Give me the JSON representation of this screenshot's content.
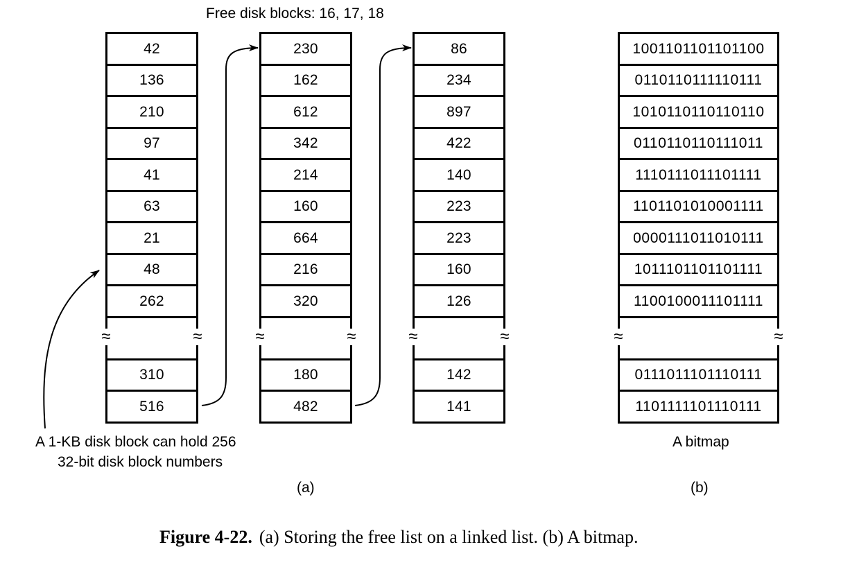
{
  "title": "Free disk blocks: 16, 17, 18",
  "lists": [
    {
      "top": [
        "42",
        "136",
        "210",
        "97",
        "41",
        "63",
        "21",
        "48",
        "262"
      ],
      "bottom": [
        "310",
        "516"
      ]
    },
    {
      "top": [
        "230",
        "162",
        "612",
        "342",
        "214",
        "160",
        "664",
        "216",
        "320"
      ],
      "bottom": [
        "180",
        "482"
      ]
    },
    {
      "top": [
        "86",
        "234",
        "897",
        "422",
        "140",
        "223",
        "223",
        "160",
        "126"
      ],
      "bottom": [
        "142",
        "141"
      ]
    }
  ],
  "bitmap": {
    "top": [
      "1001101101101100",
      "0110110111110111",
      "1010110110110110",
      "0110110110111011",
      "1110111011101111",
      "1101101010001111",
      "0000111011010111",
      "1011101101101111",
      "1100100011101111"
    ],
    "bottom": [
      "0111011101110111",
      "1101111101110111"
    ]
  },
  "annotation": {
    "line1": "A 1-KB disk block can hold 256",
    "line2": "32-bit disk block numbers"
  },
  "bitmap_label": "A bitmap",
  "sub_a": "(a)",
  "sub_b": "(b)",
  "caption": {
    "figure": "Figure 4-22.",
    "text": "(a) Storing the free list on a linked list. (b) A bitmap."
  },
  "break_glyph": "≈"
}
